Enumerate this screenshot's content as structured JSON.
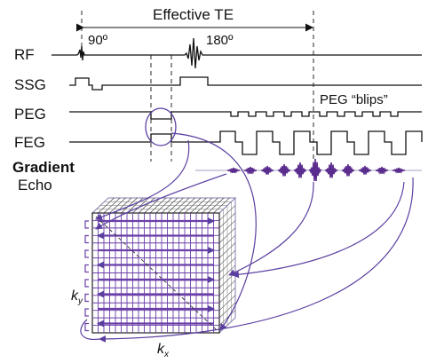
{
  "labels": {
    "effective_te": "Effective TE",
    "rf": "RF",
    "ssg": "SSG",
    "peg": "PEG",
    "feg": "FEG",
    "gradient": "Gradient",
    "echo": "Echo",
    "pulse_90": "90º",
    "pulse_180": "180º",
    "peg_blips": "PEG “blips”",
    "ky_main": "k",
    "ky_sub": "y",
    "kx_main": "k",
    "kx_sub": "x"
  },
  "colors": {
    "trace": "#111111",
    "echo": "#5b2d8e",
    "arrow": "#5b3fa0",
    "grid_front": "#6a3fa8",
    "grid_side": "#8a7fb0",
    "dashed": "#111111"
  }
}
